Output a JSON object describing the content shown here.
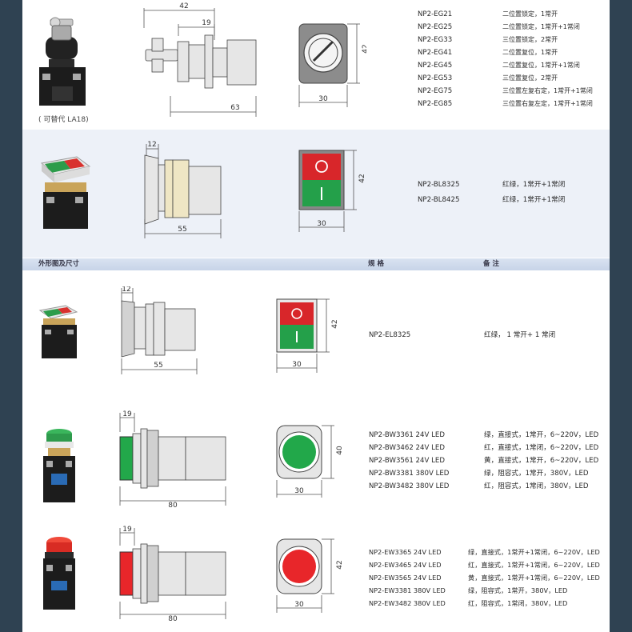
{
  "rows": [
    {
      "id": "key-switch",
      "caption": "( 可替代 LA18)",
      "dims": {
        "side_width": "42",
        "side_key": "19",
        "side_length": "63",
        "front_width": "30",
        "front_height": "42"
      },
      "models": [
        "NP2-EG21",
        "NP2-EG25",
        "NP2-EG33",
        "NP2-EG41",
        "NP2-EG45",
        "NP2-EG53",
        "NP2-EG75",
        "NP2-EG85"
      ],
      "notes": [
        "二位置锁定，1常开",
        "二位置锁定，1常开+1常闭",
        "三位置锁定，2常开",
        "二位置复位，1常开",
        "二位置复位，1常开+1常闭",
        "三位置复位，2常开",
        "三位置左复右定，1常开+1常闭",
        "三位置右复左定，1常开+1常闭"
      ]
    },
    {
      "id": "double-button-bl",
      "dims": {
        "side_head": "12",
        "side_length": "55",
        "front_width": "30",
        "front_height": "42"
      },
      "models": [
        "NP2-BL8325",
        "NP2-BL8425"
      ],
      "notes": [
        "红绿，1常开+1常闭",
        "红绿，1常开+1常闭"
      ]
    },
    {
      "id": "double-button-el",
      "dims": {
        "side_head": "12",
        "side_length": "55",
        "front_width": "30",
        "front_height": "42"
      },
      "models": [
        "NP2-EL8325"
      ],
      "notes": [
        "红绿， 1 常开+ 1 常闭"
      ]
    },
    {
      "id": "lamp-green-bw",
      "dims": {
        "side_head": "19",
        "side_length": "80",
        "front_width": "30",
        "front_height": "40"
      },
      "models": [
        "NP2-BW3361 24V LED",
        "NP2-BW3462 24V LED",
        "NP2-BW3561 24V LED",
        "NP2-BW3381 380V LED",
        "NP2-BW3482 380V LED"
      ],
      "notes": [
        "绿，直接式，1常开，6~220V，LED",
        "红，直接式，1常闭，6~220V，LED",
        "黄，直接式，1常开，6~220V，LED",
        "绿，阻容式，1常开，380V，LED",
        "红，阻容式，1常闭，380V，LED"
      ]
    },
    {
      "id": "lamp-red-ew",
      "dims": {
        "side_head": "19",
        "side_length": "80",
        "front_width": "30",
        "front_height": "42"
      },
      "models": [
        "NP2-EW3365 24V LED",
        "NP2-EW3465 24V LED",
        "NP2-EW3565 24V LED",
        "NP2-EW3381 380V LED",
        "NP2-EW3482 380V LED"
      ],
      "notes": [
        "绿，直接式，1常开+1常闭，6~220V，LED",
        "红，直接式，1常开+1常闭，6~220V，LED",
        "黄，直接式，1常开+1常闭，6~220V，LED",
        "绿，阻容式，1常开，380V，LED",
        "红，阻容式，1常闭，380V，LED"
      ]
    }
  ],
  "header": {
    "col_outline": "外形图及尺寸",
    "col_spec": "规 格",
    "col_note": "备 注"
  },
  "colors": {
    "green": "#22a84a",
    "red": "#e8262a",
    "body": "#1c1c1c",
    "frame": "#555555",
    "page_bg": "#2f4252",
    "shaded_row": "#edf1f8"
  }
}
